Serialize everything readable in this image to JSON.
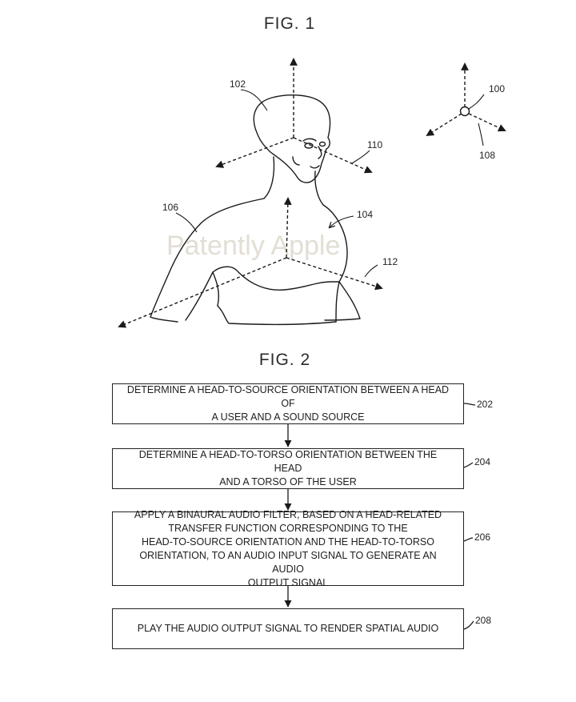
{
  "figure1": {
    "title": "FIG. 1",
    "refs": {
      "r100": "100",
      "r102": "102",
      "r104": "104",
      "r106": "106",
      "r108": "108",
      "r110": "110",
      "r112": "112"
    },
    "watermark": "Patently Apple"
  },
  "figure2": {
    "title": "FIG. 2",
    "steps": [
      {
        "ref": "202",
        "text": "DETERMINE A HEAD-TO-SOURCE ORIENTATION BETWEEN A HEAD OF\nA USER AND A SOUND SOURCE"
      },
      {
        "ref": "204",
        "text": "DETERMINE A HEAD-TO-TORSO ORIENTATION BETWEEN THE HEAD\nAND A TORSO OF THE USER"
      },
      {
        "ref": "206",
        "text": "APPLY A BINAURAL AUDIO FILTER, BASED ON A HEAD-RELATED\nTRANSFER FUNCTION CORRESPONDING TO THE\nHEAD-TO-SOURCE ORIENTATION AND THE HEAD-TO-TORSO\nORIENTATION, TO AN AUDIO INPUT SIGNAL TO GENERATE AN AUDIO\nOUTPUT SIGNAL"
      },
      {
        "ref": "208",
        "text": "PLAY THE AUDIO OUTPUT SIGNAL TO RENDER SPATIAL AUDIO"
      }
    ]
  }
}
